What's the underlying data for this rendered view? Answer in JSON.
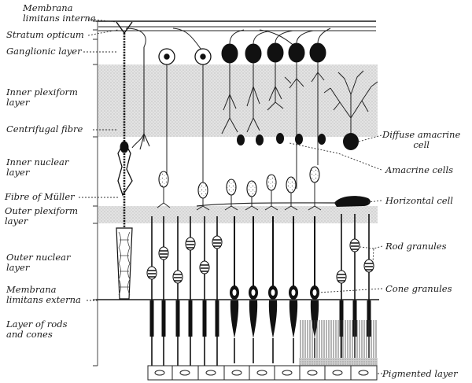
{
  "left_labels": [
    {
      "id": "membrana-limitans-interna",
      "lines": [
        "Membrana",
        "limitans interna"
      ]
    },
    {
      "id": "stratum-opticum",
      "lines": [
        "Stratum opticum"
      ]
    },
    {
      "id": "ganglionic-layer",
      "lines": [
        "Ganglionic layer"
      ]
    },
    {
      "id": "inner-plexiform-layer",
      "lines": [
        "Inner plexiform",
        "layer"
      ]
    },
    {
      "id": "centrifugal-fibre",
      "lines": [
        "Centrifugal fibre"
      ]
    },
    {
      "id": "inner-nuclear-layer",
      "lines": [
        "Inner nuclear",
        "layer"
      ]
    },
    {
      "id": "fibre-of-muller",
      "lines": [
        "Fibre of Müller"
      ]
    },
    {
      "id": "outer-plexiform-layer",
      "lines": [
        "Outer plexiform",
        "layer"
      ]
    },
    {
      "id": "outer-nuclear-layer",
      "lines": [
        "Outer nuclear",
        "layer"
      ]
    },
    {
      "id": "membrana-limitans-externa",
      "lines": [
        "Membrana",
        "limitans externa"
      ]
    },
    {
      "id": "layer-of-rods-and-cones",
      "lines": [
        "Layer of rods",
        "and cones"
      ]
    }
  ],
  "right_labels": [
    {
      "id": "diffuse-amacrine-cell",
      "lines": [
        "Diffuse amacrine",
        "cell"
      ]
    },
    {
      "id": "amacrine-cells",
      "lines": [
        "Amacrine cells"
      ]
    },
    {
      "id": "horizontal-cell",
      "lines": [
        "Horizontal cell"
      ]
    },
    {
      "id": "rod-granules",
      "lines": [
        "Rod granules"
      ]
    },
    {
      "id": "cone-granules",
      "lines": [
        "Cone granules"
      ]
    },
    {
      "id": "pigmented-layer",
      "lines": [
        "Pigmented layer"
      ]
    }
  ],
  "colors": {
    "ink": "#1a1a1a",
    "shade": "#d9d9d9",
    "paper": "#ffffff"
  }
}
